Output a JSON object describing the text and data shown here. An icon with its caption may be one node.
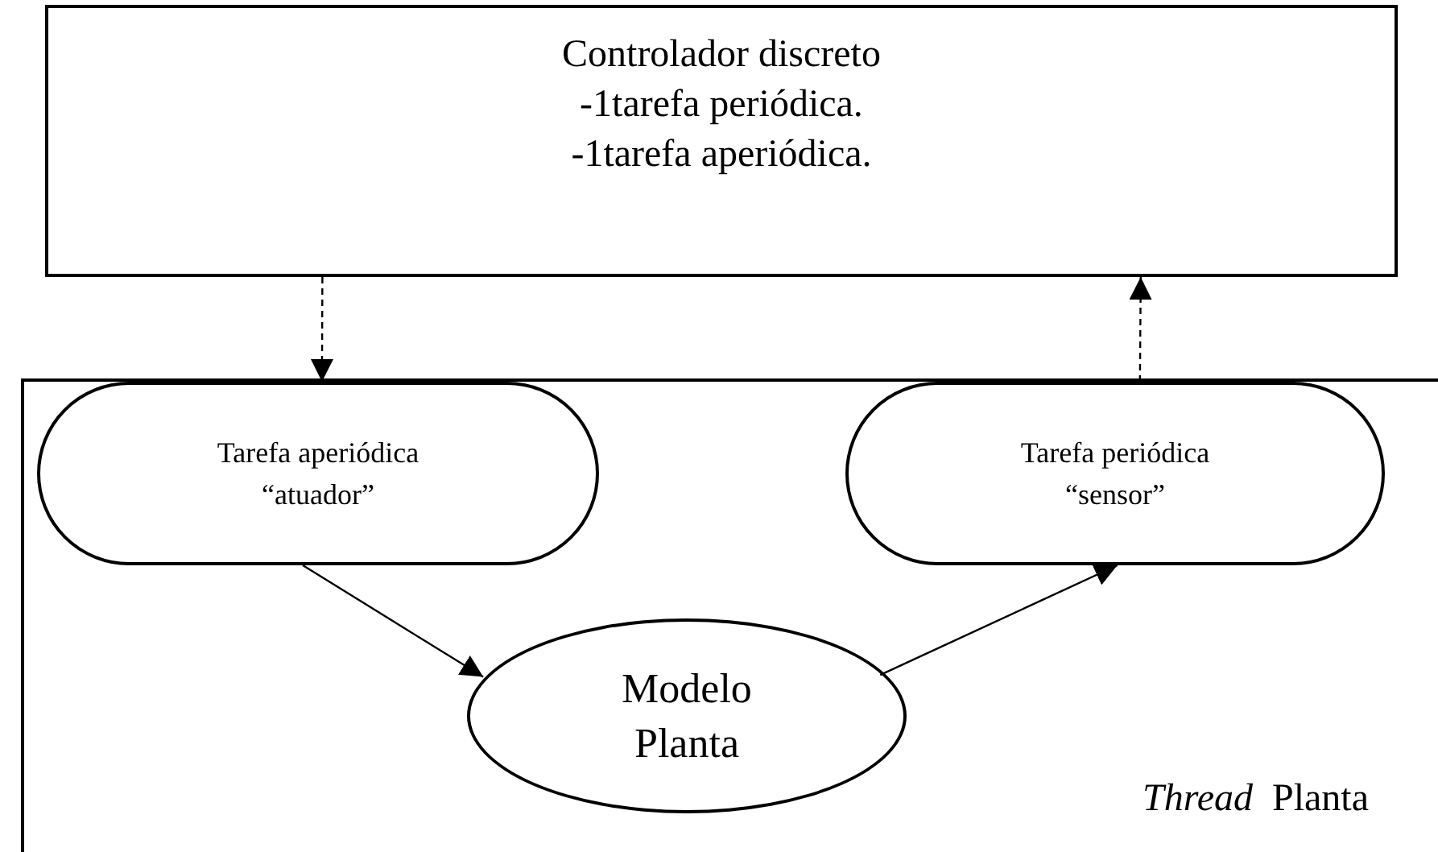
{
  "diagram": {
    "nodes": [
      {
        "text": [
          "Controlador discreto",
          "-1tarefa periódica.",
          "-1tarefa aperiódica."
        ]
      },
      {
        "text": [
          "*Thread*  Planta"
        ]
      },
      {
        "text": [
          "Tarefa aperiódica “atuador”"
        ],
        "in": 1
      },
      {
        "text": [
          "Tarefa periódica “sensor”"
        ],
        "in": 1
      },
      {
        "text": [
          "Modelo Planta"
        ],
        "in": 1
      }
    ],
    "edges": [
      {
        "from": 0,
        "to": 2,
        "arrow": "to",
        "style": "dashed"
      },
      {
        "from": 3,
        "to": 0,
        "arrow": "to",
        "style": "dashed"
      },
      {
        "from": 2,
        "to": 4,
        "arrow": "to"
      },
      {
        "from": 4,
        "to": 3,
        "arrow": "to"
      }
    ]
  }
}
